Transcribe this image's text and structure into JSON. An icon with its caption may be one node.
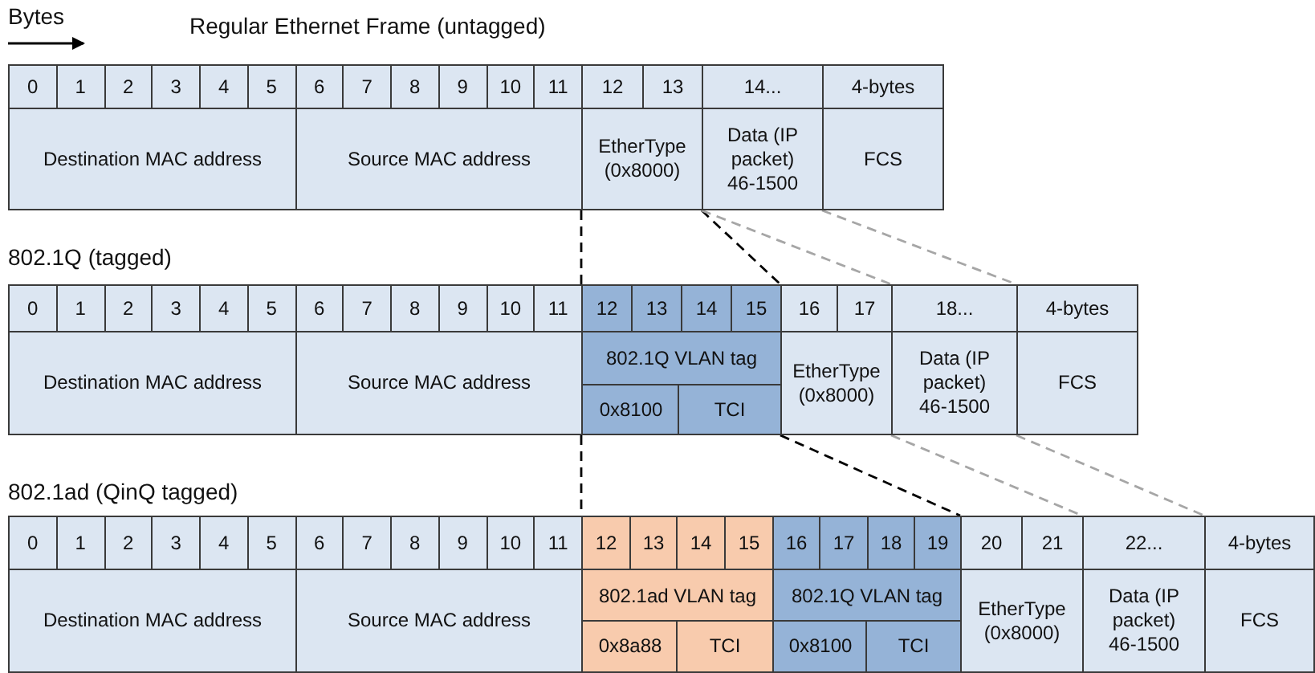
{
  "diagram": {
    "nodes": [
      {
        "text": [
          "0"
        ]
      },
      {
        "text": [
          "1"
        ]
      },
      {
        "text": [
          "2"
        ]
      },
      {
        "text": [
          "3"
        ]
      },
      {
        "text": [
          "4"
        ]
      },
      {
        "text": [
          "5"
        ]
      },
      {
        "text": [
          "6"
        ]
      },
      {
        "text": [
          "7"
        ]
      },
      {
        "text": [
          "8"
        ]
      },
      {
        "text": [
          "9"
        ]
      },
      {
        "text": [
          "10"
        ]
      },
      {
        "text": [
          "11"
        ]
      },
      {
        "text": [
          "12"
        ]
      },
      {
        "text": [
          "13"
        ]
      },
      {
        "text": [
          "14..."
        ]
      },
      {
        "text": [
          "4-bytes"
        ]
      },
      {
        "text": [
          "Destination MAC address"
        ]
      },
      {
        "text": [
          "Source MAC address"
        ]
      },
      {
        "text": [
          "EtherType (0x8000)"
        ]
      },
      {
        "text": [
          "Data (IP packet) 46-1500"
        ]
      },
      {
        "text": [
          "FCS"
        ]
      },
      {
        "text": [
          "0"
        ]
      },
      {
        "text": [
          "1"
        ]
      },
      {
        "text": [
          "2"
        ]
      },
      {
        "text": [
          "3"
        ]
      },
      {
        "text": [
          "4"
        ]
      },
      {
        "text": [
          "5"
        ]
      },
      {
        "text": [
          "6"
        ]
      },
      {
        "text": [
          "7"
        ]
      },
      {
        "text": [
          "8"
        ]
      },
      {
        "text": [
          "9"
        ]
      },
      {
        "text": [
          "10"
        ]
      },
      {
        "text": [
          "11"
        ]
      },
      {
        "text": [
          "12"
        ]
      },
      {
        "text": [
          "13"
        ]
      },
      {
        "text": [
          "14"
        ]
      },
      {
        "text": [
          "15"
        ]
      },
      {
        "text": [
          "16"
        ]
      },
      {
        "text": [
          "17"
        ]
      },
      {
        "text": [
          "18..."
        ]
      },
      {
        "text": [
          "4-bytes"
        ]
      },
      {
        "text": [
          "Destination MAC address"
        ]
      },
      {
        "text": [
          "Source MAC address"
        ]
      },
      {
        "text": [
          "802.1Q VLAN tag"
        ]
      },
      {
        "text": [
          "0x8100"
        ]
      },
      {
        "text": [
          "TCI"
        ]
      },
      {
        "text": [
          "EtherType (0x8000)"
        ]
      },
      {
        "text": [
          "Data (IP packet) 46-1500"
        ]
      },
      {
        "text": [
          "FCS"
        ]
      },
      {
        "text": [
          "0"
        ]
      },
      {
        "text": [
          "1"
        ]
      },
      {
        "text": [
          "2"
        ]
      },
      {
        "text": [
          "3"
        ]
      },
      {
        "text": [
          "4"
        ]
      },
      {
        "text": [
          "5"
        ]
      },
      {
        "text": [
          "6"
        ]
      },
      {
        "text": [
          "7"
        ]
      },
      {
        "text": [
          "8"
        ]
      },
      {
        "text": [
          "9"
        ]
      },
      {
        "text": [
          "10"
        ]
      },
      {
        "text": [
          "11"
        ]
      },
      {
        "text": [
          "12"
        ]
      },
      {
        "text": [
          "13"
        ]
      },
      {
        "text": [
          "14"
        ]
      },
      {
        "text": [
          "15"
        ]
      },
      {
        "text": [
          "16"
        ]
      },
      {
        "text": [
          "17"
        ]
      },
      {
        "text": [
          "18"
        ]
      },
      {
        "text": [
          "19"
        ]
      },
      {
        "text": [
          "20"
        ]
      },
      {
        "text": [
          "21"
        ]
      },
      {
        "text": [
          "22..."
        ]
      },
      {
        "text": [
          "4-bytes"
        ]
      },
      {
        "text": [
          "Destination MAC address"
        ]
      },
      {
        "text": [
          "Source MAC address"
        ]
      },
      {
        "text": [
          "802.1ad VLAN tag"
        ]
      },
      {
        "text": [
          "0x8a88"
        ]
      },
      {
        "text": [
          "TCI"
        ]
      },
      {
        "text": [
          "802.1Q VLAN tag"
        ]
      },
      {
        "text": [
          "0x8100"
        ]
      },
      {
        "text": [
          "TCI"
        ]
      },
      {
        "text": [
          "EtherType (0x8000)"
        ]
      },
      {
        "text": [
          "Data (IP packet) 46-1500"
        ]
      },
      {
        "text": [
          "FCS"
        ]
      }
    ],
    "edges": [
      {
        "from": 18,
        "to": 33,
        "arrow": "none",
        "style": "dashed"
      },
      {
        "from": 18,
        "to": 36,
        "arrow": "none",
        "style": "dashed"
      },
      {
        "from": 19,
        "to": 39,
        "arrow": "none",
        "style": "dashed",
        "color": "#a6a6a6"
      },
      {
        "from": 20,
        "to": 40,
        "arrow": "none",
        "style": "dashed",
        "color": "#a6a6a6"
      },
      {
        "from": 44,
        "to": 61,
        "arrow": "none",
        "style": "dashed"
      },
      {
        "from": 45,
        "to": 68,
        "arrow": "none",
        "style": "dashed"
      },
      {
        "from": 47,
        "to": 71,
        "arrow": "none",
        "style": "dashed",
        "color": "#a6a6a6"
      },
      {
        "from": 48,
        "to": 72,
        "arrow": "none",
        "style": "dashed",
        "color": "#a6a6a6"
      }
    ],
    "labels": [
      "Bytes",
      "Regular Ethernet Frame (untagged)",
      "802.1Q (tagged)",
      "802.1ad (QinQ tagged)"
    ]
  }
}
